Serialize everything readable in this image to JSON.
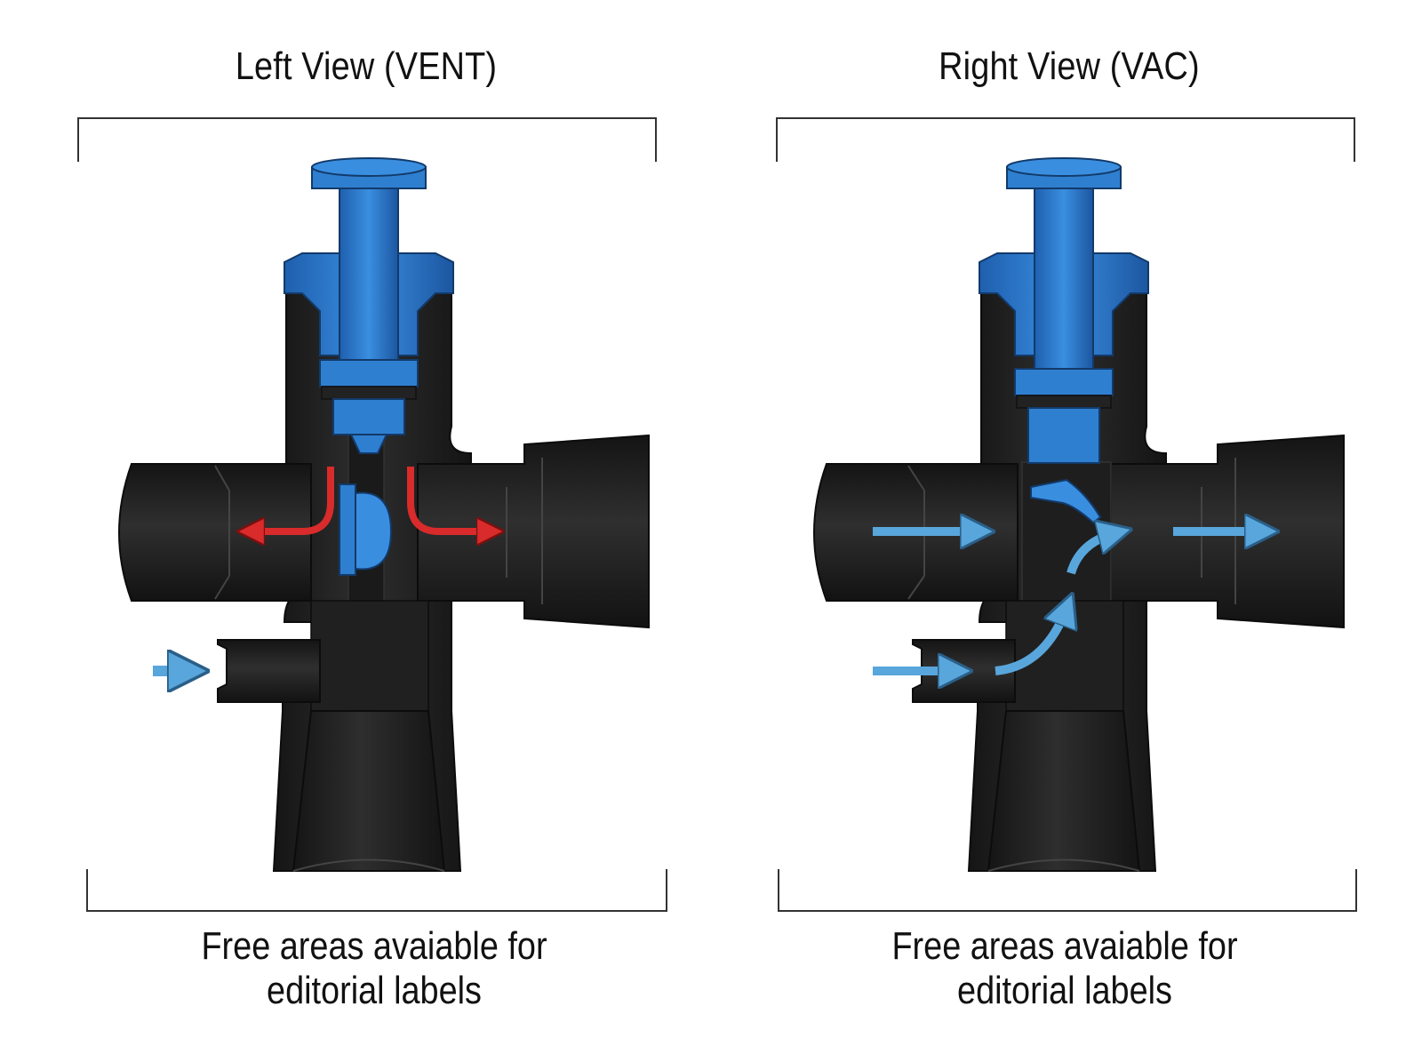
{
  "left_view": {
    "title": "Left View (VENT)",
    "caption_line1": "Free areas avaiable for",
    "caption_line2": "editorial labels",
    "flow_arrow_color": "#d92b2b"
  },
  "right_view": {
    "title": "Right View (VAC)",
    "caption_line1": "Free areas avaiable for",
    "caption_line2": "editorial labels",
    "flow_arrow_color": "#58a6dc"
  },
  "colors": {
    "body": "#1c1c1c",
    "body_highlight": "#3a3a3a",
    "plunger": "#2f7fd0",
    "plunger_dark": "#1c5a9e",
    "bracket": "#333333"
  }
}
